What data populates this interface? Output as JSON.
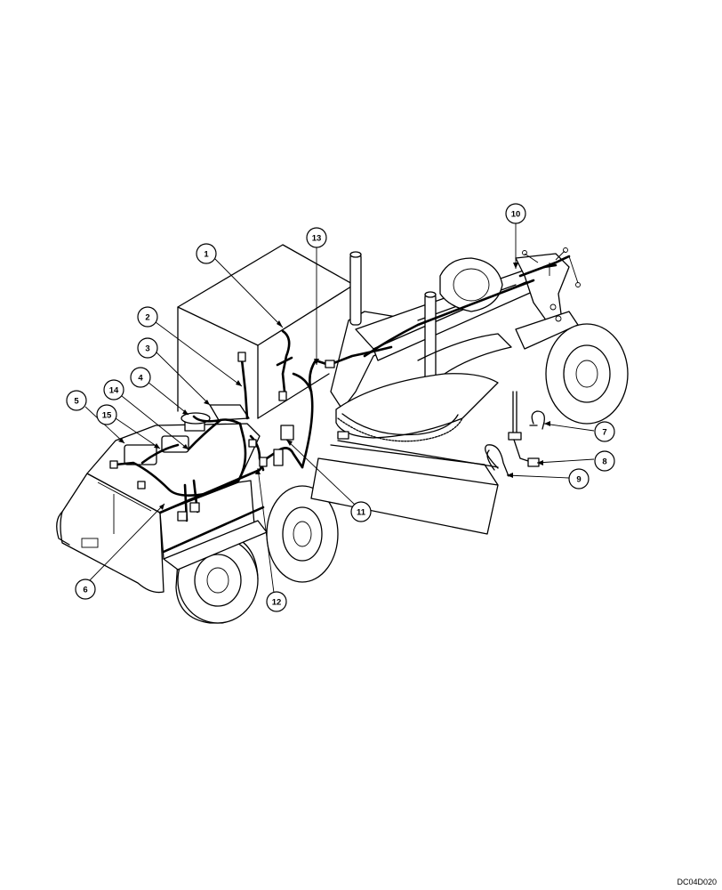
{
  "figure_code": "DC04D020",
  "callouts": [
    {
      "label": "1"
    },
    {
      "label": "2"
    },
    {
      "label": "3"
    },
    {
      "label": "4"
    },
    {
      "label": "5"
    },
    {
      "label": "6"
    },
    {
      "label": "7"
    },
    {
      "label": "8"
    },
    {
      "label": "9"
    },
    {
      "label": "10"
    },
    {
      "label": "11"
    },
    {
      "label": "12"
    },
    {
      "label": "13"
    },
    {
      "label": "14"
    },
    {
      "label": "15"
    }
  ]
}
